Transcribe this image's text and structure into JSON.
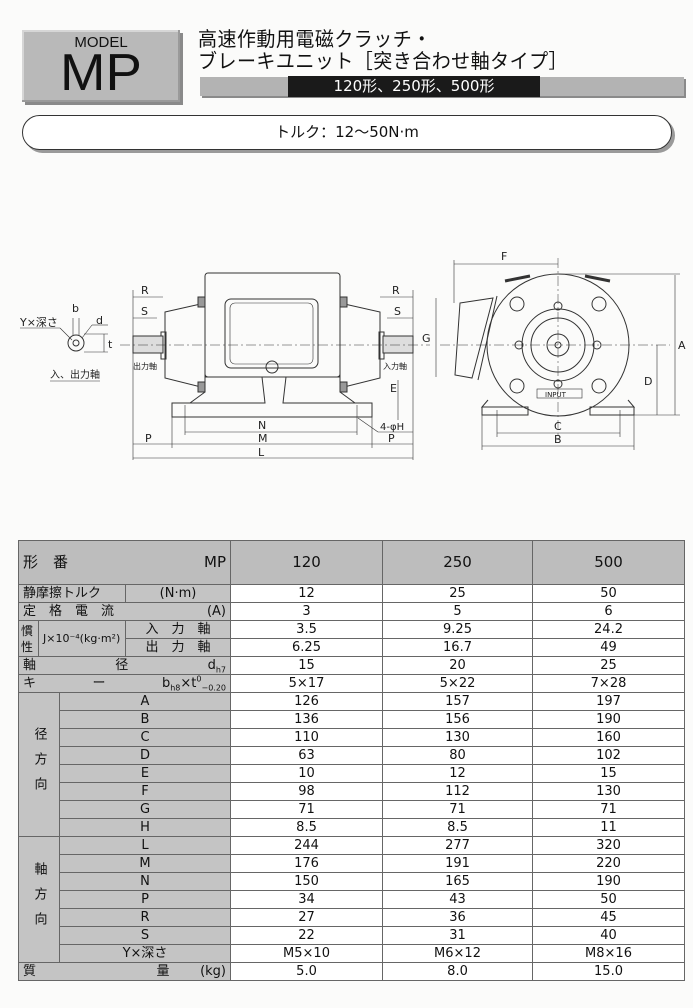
{
  "header": {
    "model_label": "MODEL",
    "model": "MP",
    "title_line1": "高速作動用電磁クラッチ・",
    "title_line2": "ブレーキユニット［突き合わせ軸タイプ］",
    "sizes_banner": "120形、250形、500形",
    "torque_range": "トルク：12〜50N·m"
  },
  "drawing": {
    "labels": {
      "R": "R",
      "S": "S",
      "b": "b",
      "d": "d",
      "t": "t",
      "Y_depth": "Y×深さ",
      "shaft_note": "入、出力軸",
      "output_shaft": "出力軸",
      "input_shaft": "入力軸",
      "E": "E",
      "H": "4-φH",
      "N": "N",
      "M": "M",
      "P": "P",
      "L": "L",
      "G": "G",
      "F": "F",
      "A": "A",
      "D": "D",
      "C": "C",
      "B": "B",
      "input_plate": "INPUT"
    }
  },
  "table": {
    "header": {
      "label": "形　番",
      "model": "MP",
      "sizes": [
        "120",
        "250",
        "500"
      ]
    },
    "torque": {
      "label": "静摩擦トルク",
      "unit": "(N·m)",
      "values": [
        "12",
        "25",
        "50"
      ]
    },
    "current": {
      "label": "定　格　電　流",
      "unit": "(A)",
      "values": [
        "3",
        "5",
        "6"
      ]
    },
    "inertia": {
      "label": "慣性",
      "formula": "J×10⁻⁴(kg·m²)",
      "rows": [
        {
          "label": "入　力　軸",
          "values": [
            "3.5",
            "9.25",
            "24.2"
          ]
        },
        {
          "label": "出　力　軸",
          "values": [
            "6.25",
            "16.7",
            "49"
          ]
        }
      ]
    },
    "shaft": {
      "label": "軸",
      "label2": "径",
      "unit": "d",
      "unit_sub": "h7",
      "values": [
        "15",
        "20",
        "25"
      ]
    },
    "key": {
      "label": "キ",
      "label2": "ー",
      "unit": "b",
      "unit_sub": "h8",
      "unit_mid": "×t",
      "tol_upper": "0",
      "tol_lower": "−0.20",
      "values": [
        "5×17",
        "5×22",
        "7×28"
      ]
    },
    "radial": {
      "label": "径方向",
      "rows": [
        {
          "label": "A",
          "values": [
            "126",
            "157",
            "197"
          ]
        },
        {
          "label": "B",
          "values": [
            "136",
            "156",
            "190"
          ]
        },
        {
          "label": "C",
          "values": [
            "110",
            "130",
            "160"
          ]
        },
        {
          "label": "D",
          "values": [
            "63",
            "80",
            "102"
          ]
        },
        {
          "label": "E",
          "values": [
            "10",
            "12",
            "15"
          ]
        },
        {
          "label": "F",
          "values": [
            "98",
            "112",
            "130"
          ]
        },
        {
          "label": "G",
          "values": [
            "71",
            "71",
            "71"
          ]
        },
        {
          "label": "H",
          "values": [
            "8.5",
            "8.5",
            "11"
          ]
        }
      ]
    },
    "axial": {
      "label": "軸方向",
      "rows": [
        {
          "label": "L",
          "values": [
            "244",
            "277",
            "320"
          ]
        },
        {
          "label": "M",
          "values": [
            "176",
            "191",
            "220"
          ]
        },
        {
          "label": "N",
          "values": [
            "150",
            "165",
            "190"
          ]
        },
        {
          "label": "P",
          "values": [
            "34",
            "43",
            "50"
          ]
        },
        {
          "label": "R",
          "values": [
            "27",
            "36",
            "45"
          ]
        },
        {
          "label": "S",
          "values": [
            "22",
            "31",
            "40"
          ]
        },
        {
          "label": "Y×深さ",
          "values": [
            "M5×10",
            "M6×12",
            "M8×16"
          ]
        }
      ]
    },
    "mass": {
      "label": "質",
      "label2": "量",
      "unit": "(kg)",
      "values": [
        "5.0",
        "8.0",
        "15.0"
      ]
    }
  }
}
